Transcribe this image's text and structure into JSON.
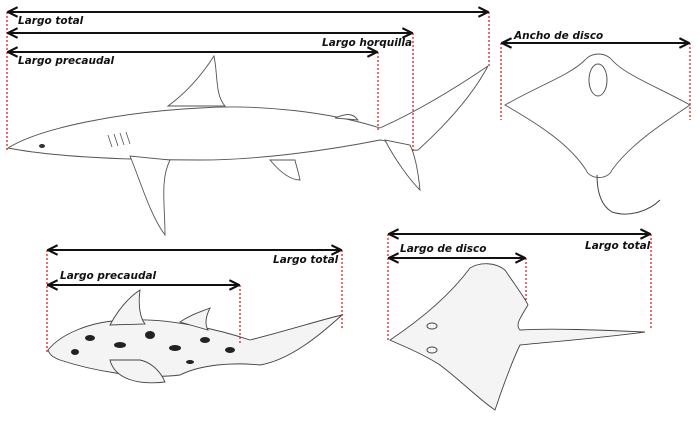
{
  "shark": {
    "total": "Largo total",
    "fork": "Largo horquilla",
    "precaudal": "Largo precaudal"
  },
  "eagle_ray": {
    "disc_width": "Ancho de disco"
  },
  "angel_shark": {
    "total": "Largo total",
    "precaudal": "Largo precaudal"
  },
  "skate": {
    "disc_length": "Largo de disco",
    "total": "Largo total"
  },
  "colors": {
    "arrow": "#111111",
    "guide": "#e02020"
  }
}
